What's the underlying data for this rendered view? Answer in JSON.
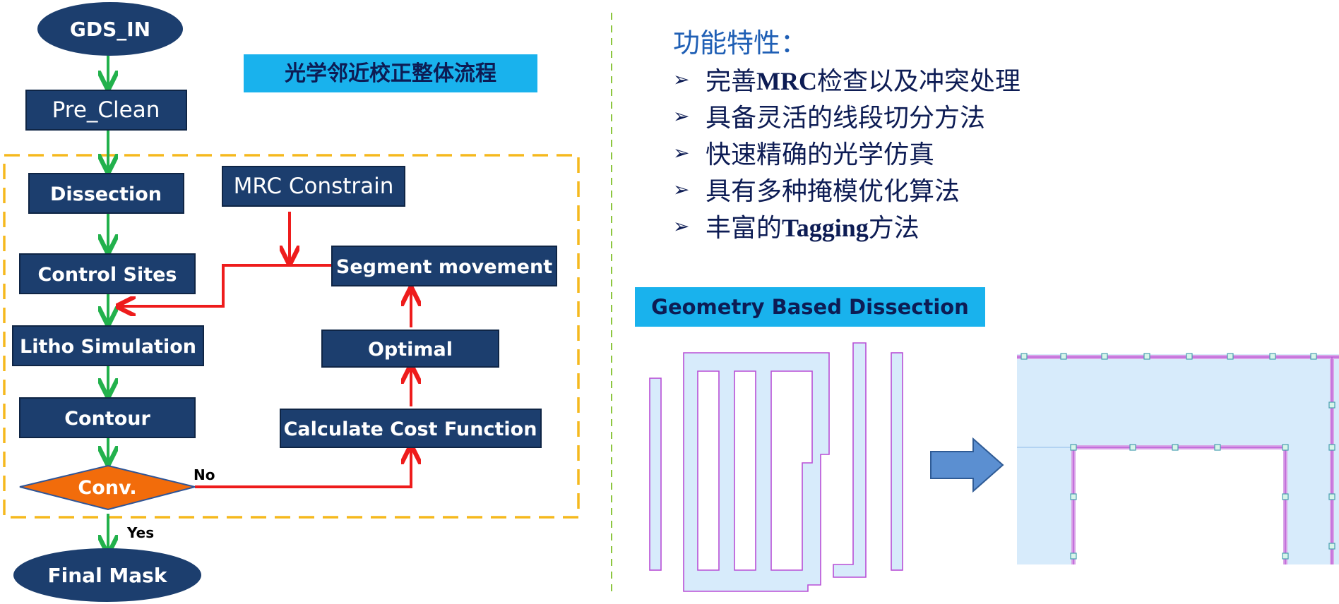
{
  "flowchart": {
    "title": "光学邻近校正整体流程",
    "nodes": {
      "gds_in": "GDS_IN",
      "pre_clean": "Pre_Clean",
      "dissection": "Dissection",
      "control_sites": "Control Sites",
      "litho_simulation": "Litho Simulation",
      "contour": "Contour",
      "conv": "Conv.",
      "final_mask": "Final Mask",
      "mrc_constrain": "MRC Constrain",
      "segment_movement": "Segment movement",
      "optimal": "Optimal",
      "calculate_cost_function": "Calculate Cost Function"
    },
    "edge_labels": {
      "no": "No",
      "yes": "Yes"
    }
  },
  "features": {
    "title": "功能特性：",
    "items": [
      {
        "pre": "完善",
        "bold": "MRC",
        "post": "检查以及冲突处理"
      },
      {
        "pre": "具备灵活的线段切分方法",
        "bold": "",
        "post": ""
      },
      {
        "pre": "快速精确的光学仿真",
        "bold": "",
        "post": ""
      },
      {
        "pre": "具有多种掩模优化算法",
        "bold": "",
        "post": ""
      },
      {
        "pre": "丰富的",
        "bold": "Tagging",
        "post": "方法"
      }
    ]
  },
  "geometry": {
    "title": "Geometry Based Dissection"
  },
  "colors": {
    "node_fill": "#1c3e6e",
    "conv_fill": "#f26c0b",
    "flow_arrow": "#22b14c",
    "loop_arrow": "#ee1c1c",
    "title_banner": "#19b2ed",
    "dashed_frame": "#f5b91e",
    "divider": "#8cc63f",
    "shape_fill": "#d7ebfb",
    "shape_outline": "#b84fd6"
  }
}
